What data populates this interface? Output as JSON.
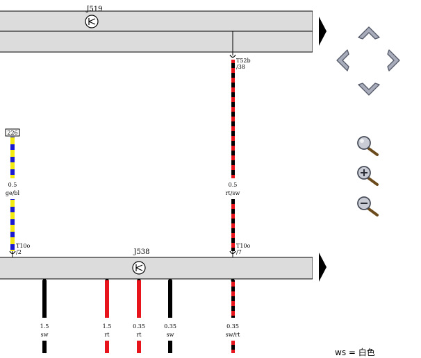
{
  "components": {
    "top": {
      "code": "J519"
    },
    "bottom": {
      "code": "J538"
    }
  },
  "connectors": {
    "t52b": {
      "line1": "T52b",
      "line2": "/38"
    },
    "t10o_left": {
      "line1": "T10o",
      "line2": "/2"
    },
    "t10o_right": {
      "line1": "T10o",
      "line2": "/7"
    },
    "ref_box": "226"
  },
  "wires": {
    "ge_bl": {
      "size": "0.5",
      "color_code": "ge/bl"
    },
    "rt_sw_upper": {
      "size": "0.5",
      "color_code": "rt/sw"
    },
    "sw_1": {
      "size": "1.5",
      "color_code": "sw"
    },
    "rt_1": {
      "size": "1.5",
      "color_code": "rt"
    },
    "rt_2": {
      "size": "0.35",
      "color_code": "rt"
    },
    "sw_2": {
      "size": "0.35",
      "color_code": "sw"
    },
    "sw_rt": {
      "size": "0.35",
      "color_code": "sw/rt"
    }
  },
  "legend": {
    "text": "ws = 白色"
  },
  "colors": {
    "bar_fill": "#dcdcdc",
    "wire_red": "#e8141c",
    "wire_black": "#000000",
    "wire_yellow": "#f2ea10",
    "wire_blue": "#1a1ad2",
    "nav_metal": "#a9adbb"
  },
  "icons": {
    "nav": [
      "arrow-up-icon",
      "arrow-left-icon",
      "arrow-right-icon",
      "arrow-down-icon"
    ],
    "zoom": [
      "magnifier-icon",
      "zoom-in-icon",
      "zoom-out-icon"
    ]
  }
}
